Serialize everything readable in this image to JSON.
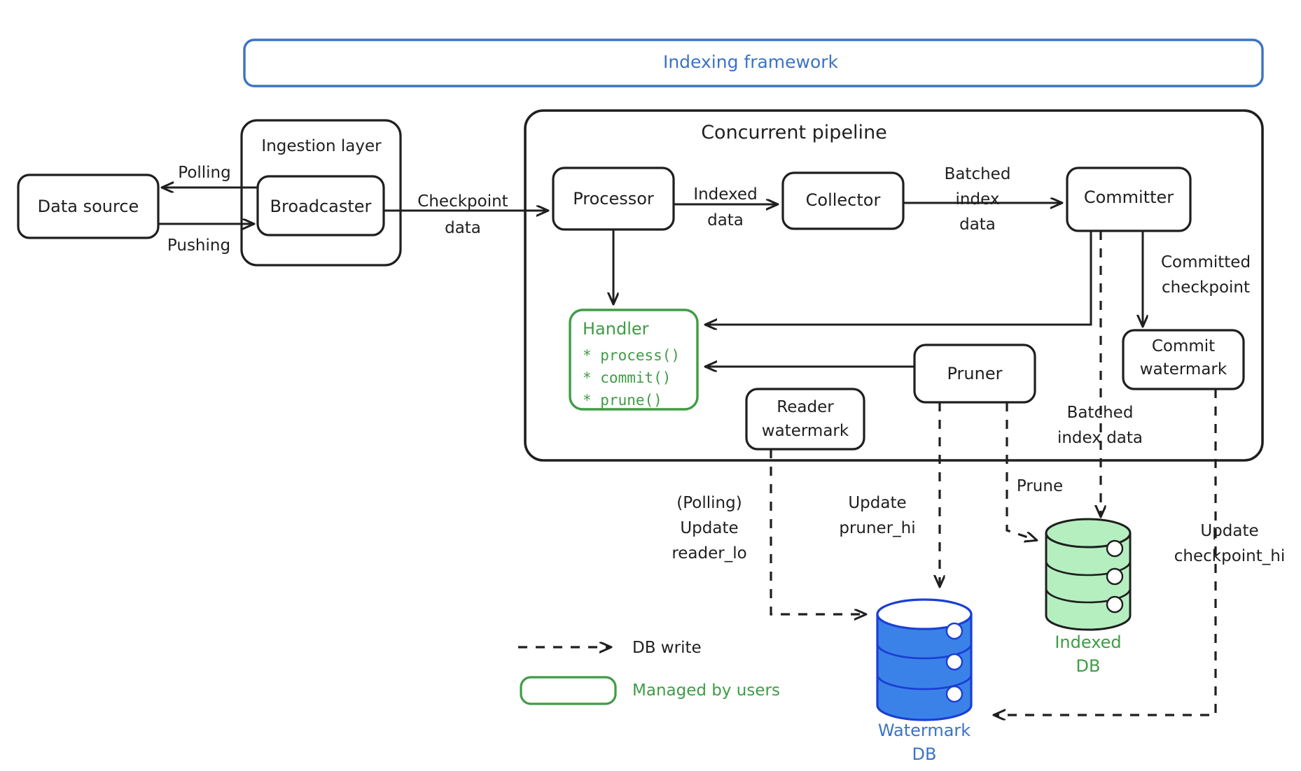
{
  "diagram": {
    "title": "Indexing framework",
    "colors": {
      "frame_blue": "#3b73c4",
      "node_black": "#1f1f1f",
      "handler_green": "#3f9c45",
      "indexed_db_fill": "#b5efc0",
      "watermark_db_fill": "#3b82e8",
      "watermark_db_stroke": "#1a3fd4",
      "background": "#ffffff"
    },
    "outer_frame_label": "Indexing framework",
    "groups": [
      {
        "id": "ingestion-layer",
        "label": "Ingestion layer"
      },
      {
        "id": "concurrent-pipeline",
        "label": "Concurrent pipeline"
      }
    ],
    "nodes": [
      {
        "id": "data-source",
        "label": "Data source"
      },
      {
        "id": "broadcaster",
        "label": "Broadcaster"
      },
      {
        "id": "processor",
        "label": "Processor"
      },
      {
        "id": "collector",
        "label": "Collector"
      },
      {
        "id": "committer",
        "label": "Committer"
      },
      {
        "id": "commit-watermark",
        "label_line1": "Commit",
        "label_line2": "watermark"
      },
      {
        "id": "reader-watermark",
        "label_line1": "Reader",
        "label_line2": "watermark"
      },
      {
        "id": "pruner",
        "label": "Pruner"
      }
    ],
    "handler": {
      "title": "Handler",
      "methods": [
        "* process()",
        "* commit()",
        "* prune()"
      ]
    },
    "databases": [
      {
        "id": "indexed-db",
        "label_line1": "Indexed",
        "label_line2": "DB",
        "style": "green"
      },
      {
        "id": "watermark-db",
        "label_line1": "Watermark",
        "label_line2": "DB",
        "style": "blue"
      }
    ],
    "edge_labels": {
      "polling": "Polling",
      "pushing": "Pushing",
      "checkpoint_data_l1": "Checkpoint",
      "checkpoint_data_l2": "data",
      "indexed_data_l1": "Indexed",
      "indexed_data_l2": "data",
      "batched_index_data_l1": "Batched",
      "batched_index_data_l2": "index",
      "batched_index_data_l3": "data",
      "committed_checkpoint_l1": "Committed",
      "committed_checkpoint_l2": "checkpoint",
      "batched_index_data2_l1": "Batched",
      "batched_index_data2_l2": "index data",
      "polling_paren": "(Polling)",
      "update_reader_lo_l1": "Update",
      "update_reader_lo_l2": "reader_lo",
      "update_pruner_hi_l1": "Update",
      "update_pruner_hi_l2": "pruner_hi",
      "prune": "Prune",
      "update_checkpoint_hi_l1": "Update",
      "update_checkpoint_hi_l2": "checkpoint_hi"
    },
    "legend": [
      {
        "id": "db-write",
        "label": "DB write",
        "kind": "dashed-arrow"
      },
      {
        "id": "managed-by-users",
        "label": "Managed by users",
        "kind": "green-box"
      }
    ]
  }
}
